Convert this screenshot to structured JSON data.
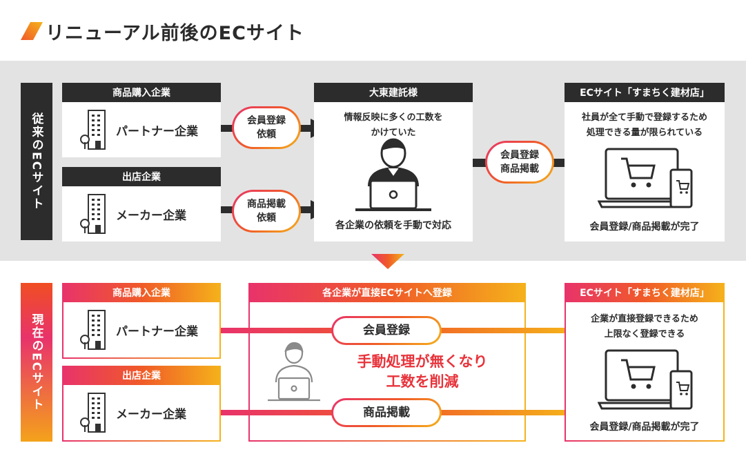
{
  "title": "リニューアル前後のECサイト",
  "colors": {
    "dark": "#2c2c2c",
    "grad_start": "#e8336b",
    "grad_mid": "#f05a28",
    "grad_end": "#f5b21b",
    "red_text": "#e8333b"
  },
  "old": {
    "side_label": "従来のECサイト",
    "buyer_header": "商品購入企業",
    "partner_label": "パートナー企業",
    "store_header": "出店企業",
    "maker_label": "メーカー企業",
    "pill_member": [
      "会員登録",
      "依頼"
    ],
    "pill_listing": [
      "商品掲載",
      "依頼"
    ],
    "client_header": "大東建託様",
    "client_top": [
      "情報反映に多くの工数を",
      "かけていた"
    ],
    "client_bottom": "各企業の依頼を手動で対応",
    "pill_mid": [
      "会員登録",
      "商品掲載"
    ],
    "ec_header": "ECサイト「すまちく建材店」",
    "ec_top": [
      "社員が全て手動で登録するため",
      "処理できる量が限られている"
    ],
    "ec_bottom": "会員登録/商品掲載が完了"
  },
  "new": {
    "side_label": "現在のECサイト",
    "buyer_header": "商品購入企業",
    "partner_label": "パートナー企業",
    "store_header": "出店企業",
    "maker_label": "メーカー企業",
    "center_header": "各企業が直接ECサイトへ登録",
    "pill_member": "会員登録",
    "pill_listing": "商品掲載",
    "center_message": [
      "手動処理が無くなり",
      "工数を削減"
    ],
    "ec_header": "ECサイト「すまちく建材店」",
    "ec_top": [
      "企業が直接登録できるため",
      "上限なく登録できる"
    ],
    "ec_bottom": "会員登録/商品掲載が完了"
  },
  "icons": [
    "title-stripe-icon",
    "building-icon",
    "tree-icon",
    "person-laptop-icon",
    "laptop-cart-icon",
    "phone-cart-icon",
    "arrow-right-icon",
    "arrow-down-icon"
  ]
}
